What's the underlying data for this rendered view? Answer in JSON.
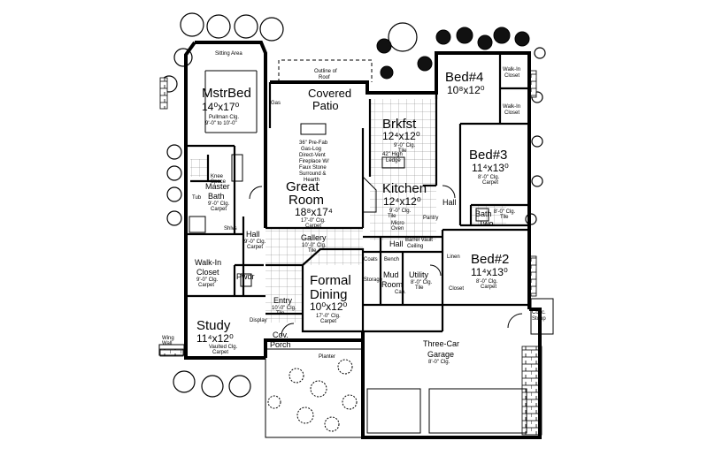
{
  "rooms": {
    "mstrbed": {
      "name": "MstrBed",
      "dim": "14⁰x17⁰",
      "note1": "Pullman Clg.",
      "note2": "9'-0\" to 10'-0\""
    },
    "sitting": {
      "name": "Sitting Area"
    },
    "patio": {
      "name1": "Covered",
      "name2": "Patio",
      "roof1": "Outline of",
      "roof2": "Roof",
      "gas": "Gas"
    },
    "brkfst": {
      "name": "Brkfst",
      "dim": "12⁴x12⁰",
      "note1": "9'-0\" Clg.",
      "note2": "Tile"
    },
    "bed4": {
      "name": "Bed#4",
      "dim": "10⁸x12⁰",
      "wic1": "Walk-In",
      "wic2": "Closet",
      "wic3": "Walk-In",
      "wic4": "Closet"
    },
    "bed3": {
      "name": "Bed#3",
      "dim": "11⁴x13⁰",
      "note1": "8'-0\" Clg.",
      "note2": "Carpet"
    },
    "bed2": {
      "name": "Bed#2",
      "dim": "11⁴x13⁰",
      "note1": "8'-0\" Clg.",
      "note2": "Carpet",
      "closet": "Closet",
      "linen": "Linen"
    },
    "great": {
      "name1": "Great",
      "name2": "Room",
      "dim": "18⁸x17⁴",
      "note1": "17'-0\" Clg.",
      "note2": "Carpet",
      "fp1": "36\" Pre-Fab",
      "fp2": "Gas-Log",
      "fp3": "Direct-Vent",
      "fp4": "Fireplace W/",
      "fp5": "Faux Stone",
      "fp6": "Surround &",
      "fp7": "Hearth"
    },
    "kitchen": {
      "name": "Kitchen",
      "dim": "12⁴x12⁰",
      "note1": "9'-0\" Clg.",
      "note2": "Tile",
      "ledge1": "42\" High",
      "ledge2": "Ledge",
      "pantry": "Pantry",
      "micro1": "Micro",
      "micro2": "Oven"
    },
    "masterbath": {
      "name1": "Master",
      "name2": "Bath",
      "note1": "9'-0\" Clg.",
      "note2": "Carpet",
      "knee1": "Knee",
      "knee2": "Space",
      "tub": "Tub"
    },
    "hall_left": {
      "name": "Hall",
      "note1": "9'-0\" Clg.",
      "note2": "Carpet",
      "shlvs": "Shlvs"
    },
    "hall_right": {
      "name": "Hall"
    },
    "bath_two": {
      "name1": "Bath",
      "name2": "Two",
      "note1": "8'-0\" Clg.",
      "note2": "Tile"
    },
    "walkin": {
      "name1": "Walk-In",
      "name2": "Closet",
      "note1": "9'-0\" Clg.",
      "note2": "Carpet"
    },
    "pwdr": {
      "name": "Pwdr"
    },
    "gallery": {
      "name": "Gallery",
      "note1": "10'-0\" Clg.",
      "note2": "Tile"
    },
    "formal": {
      "name1": "Formal",
      "name2": "Dining",
      "dim": "10⁰x12⁰",
      "note1": "17'-0\" Clg.",
      "note2": "Carpet"
    },
    "hall_mid": {
      "name": "Hall",
      "note1": "Barrel Vault",
      "note2": "Ceiling"
    },
    "utility": {
      "name": "Utility",
      "note1": "8'-0\" Clg.",
      "note2": "Tile",
      "cab": "Cab."
    },
    "mud": {
      "name1": "Mud",
      "name2": "Room",
      "coats": "Coats",
      "bench": "Bench",
      "storage": "Storage"
    },
    "entry": {
      "name": "Entry",
      "note1": "10'-0\" Clg.",
      "note2": "Tile",
      "display": "Display"
    },
    "study": {
      "name": "Study",
      "dim": "11⁴x12⁰",
      "note1": "Vaulted Clg.",
      "note2": "Carpet"
    },
    "porch": {
      "name1": "Cov.",
      "name2": "Porch"
    },
    "garage": {
      "name1": "Three-Car",
      "name2": "Garage",
      "note1": "8'-0\" Clg."
    },
    "stoop": {
      "name1": "Conc.",
      "name2": "Stoop"
    },
    "wing": {
      "name1": "Wing",
      "name2": "Wall"
    },
    "planter": {
      "name": "Planter"
    }
  }
}
